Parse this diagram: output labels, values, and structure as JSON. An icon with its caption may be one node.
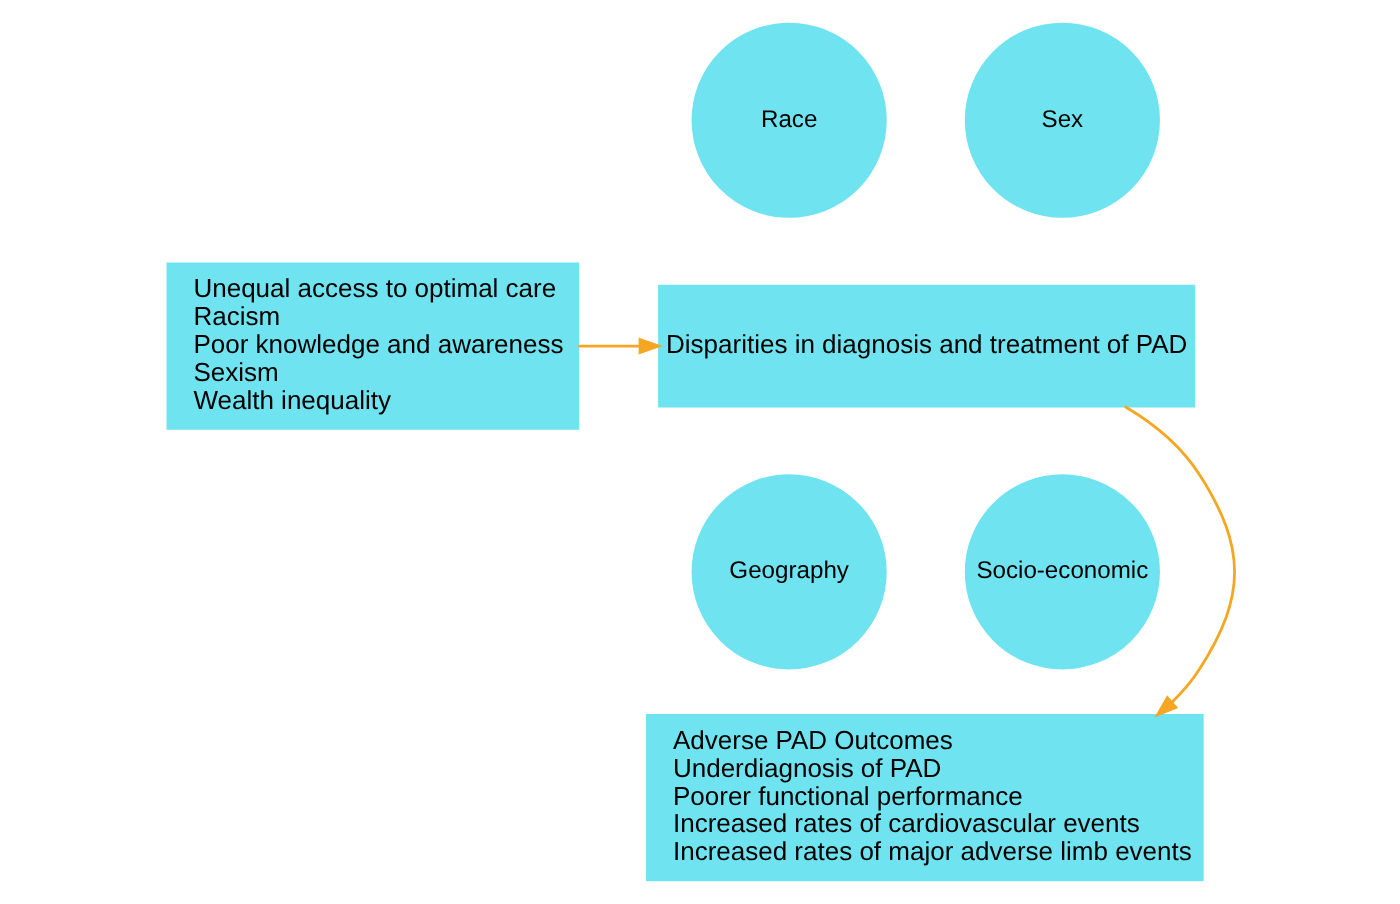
{
  "diagram": {
    "nodes": [
      {
        "text": [
          "Unequal access to optimal care",
          "Racism",
          "Poor knowledge and awareness",
          "Sexism",
          "Wealth inequality"
        ]
      },
      {
        "text": [
          "Race"
        ]
      },
      {
        "text": [
          "Sex"
        ]
      },
      {
        "text": [
          "Disparities in diagnosis and treatment of PAD"
        ]
      },
      {
        "text": [
          "Geography"
        ]
      },
      {
        "text": [
          "Socio-economic"
        ]
      },
      {
        "text": [
          "Adverse PAD Outcomes",
          "Underdiagnosis of PAD",
          "Poorer functional performance",
          "Increased rates of cardiovascular events",
          "Increased rates of major adverse limb events"
        ]
      }
    ],
    "edges": [
      {
        "from": 0,
        "to": 3,
        "arrow": "to"
      },
      {
        "from": 3,
        "to": 6,
        "arrow": "to"
      }
    ]
  }
}
